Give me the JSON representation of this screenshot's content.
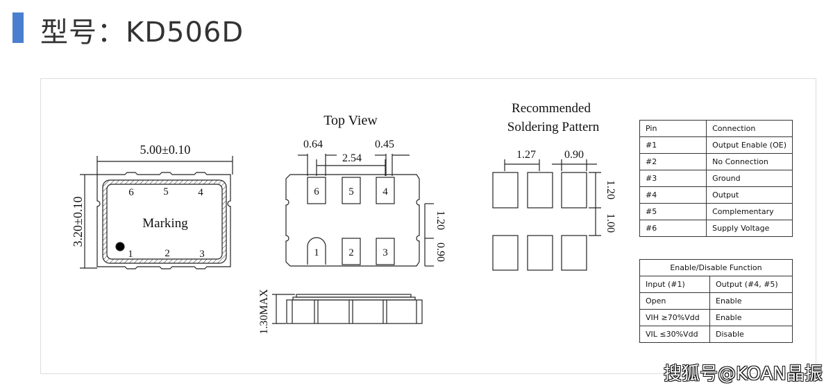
{
  "header": {
    "title": "型号：KD506D",
    "accent_color": "#4a7fd0"
  },
  "drawing": {
    "marking_view": {
      "width_dim": "5.00±0.10",
      "height_dim": "3.20±0.10",
      "label": "Marking",
      "pins_top": [
        "6",
        "5",
        "4"
      ],
      "pins_bottom": [
        "1",
        "2",
        "3"
      ]
    },
    "top_view": {
      "title": "Top View",
      "dim_a": "0.64",
      "dim_b": "0.45",
      "dim_pitch": "2.54",
      "dim_h1": "1.20",
      "dim_h2": "0.90",
      "pins_top": [
        "6",
        "5",
        "4"
      ],
      "pins_bottom": [
        "1",
        "2",
        "3"
      ]
    },
    "side_view": {
      "height_dim": "1.30MAX"
    },
    "solder": {
      "title_line1": "Recommended",
      "title_line2": "Soldering Pattern",
      "dim_pitch": "1.27",
      "dim_w": "0.90",
      "dim_h1": "1.20",
      "dim_h2": "1.00"
    }
  },
  "pin_table": {
    "headers": [
      "Pin",
      "Connection"
    ],
    "rows": [
      [
        "#1",
        "Output Enable (OE)"
      ],
      [
        "#2",
        "No Connection"
      ],
      [
        "#3",
        "Ground"
      ],
      [
        "#4",
        "Output"
      ],
      [
        "#5",
        "Complementary"
      ],
      [
        "#6",
        "Supply Voltage"
      ]
    ]
  },
  "enable_table": {
    "title": "Enable/Disable Function",
    "headers": [
      "Input (#1)",
      "Output (#4, #5)"
    ],
    "rows": [
      [
        "Open",
        "Enable"
      ],
      [
        "VIH ≥70%Vdd",
        "Enable"
      ],
      [
        "VIL ≤30%Vdd",
        "Disable"
      ]
    ]
  },
  "watermark": "搜狐号@KOAN晶振"
}
